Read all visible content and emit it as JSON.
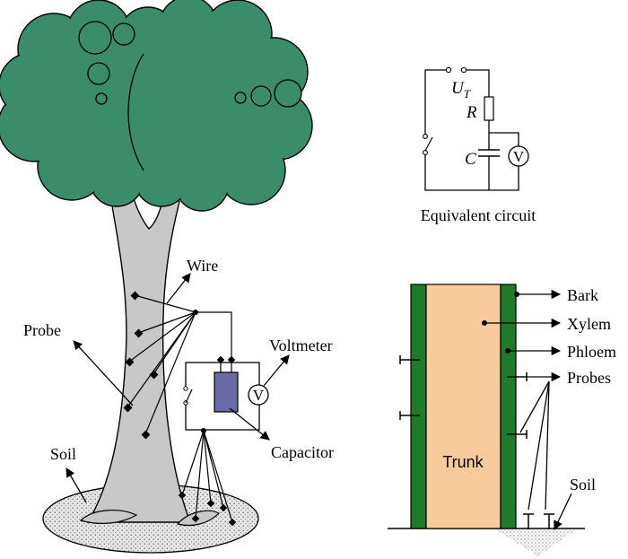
{
  "colors": {
    "foliage": "#3a8c6a",
    "trunk_bark": "#c8c8c8",
    "soil_fill": "#e4e4e4",
    "capacitor": "#6a6aa8",
    "section_green": "#1f7a2a",
    "xylem": "#f9cb9c"
  },
  "tree_diagram": {
    "labels": {
      "wire": "Wire",
      "probe": "Probe",
      "voltmeter": "Voltmeter",
      "voltmeter_symbol": "V",
      "capacitor": "Capacitor",
      "soil": "Soil"
    }
  },
  "circuit": {
    "caption": "Equivalent circuit",
    "ut_main": "U",
    "ut_sub": "T",
    "resistor": "R",
    "capacitor": "C",
    "voltmeter_symbol": "V"
  },
  "cross_section": {
    "labels": {
      "bark": "Bark",
      "xylem": "Xylem",
      "phloem": "Phloem",
      "probes": "Probes",
      "trunk": "Trunk",
      "soil": "Soil"
    }
  }
}
